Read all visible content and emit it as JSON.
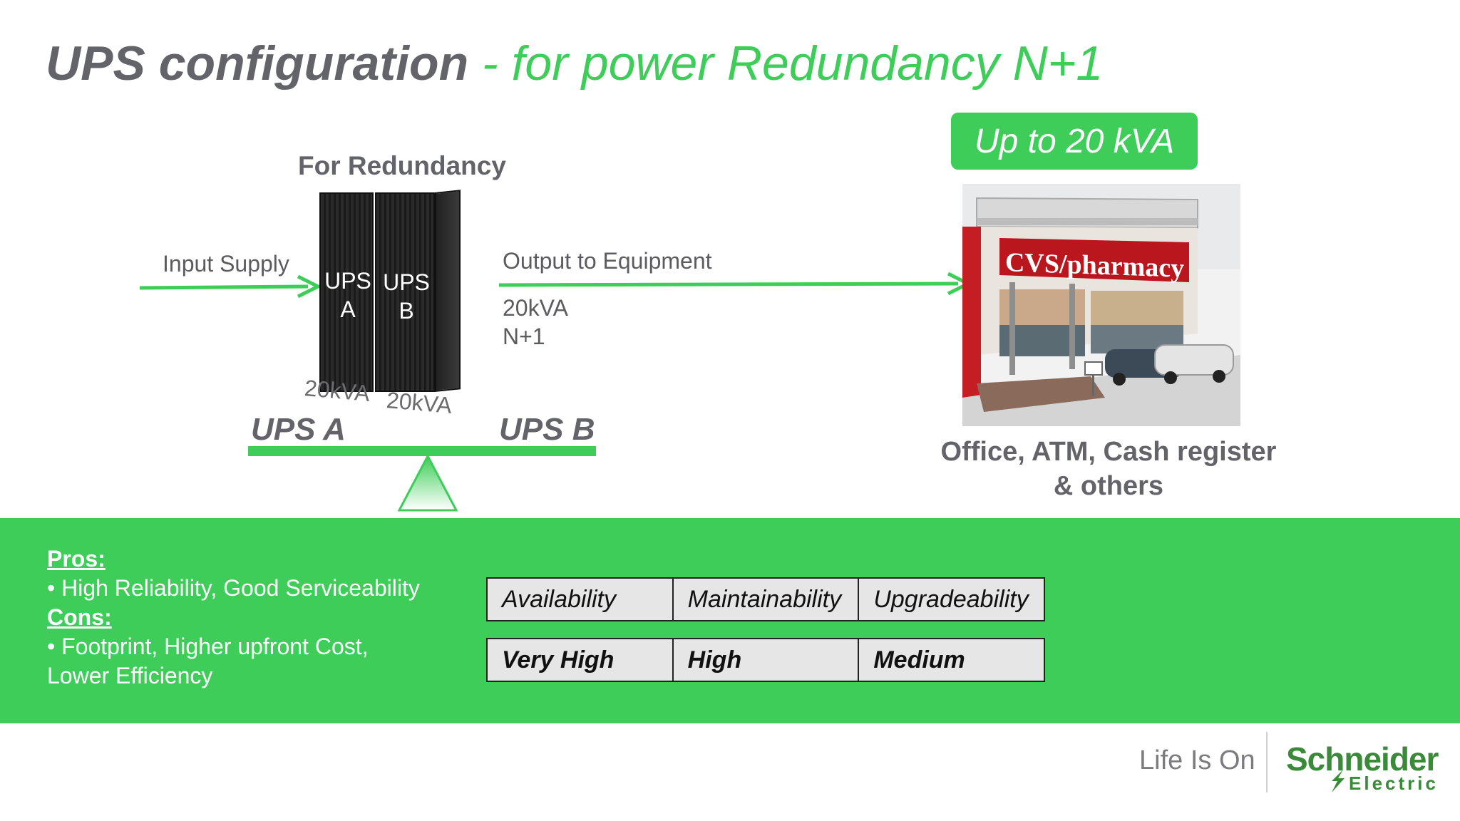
{
  "slide": {
    "title_main": "UPS configuration",
    "title_sub": " - for power Redundancy N+1",
    "redundancy_heading": "For Redundancy",
    "input_label": "Input Supply",
    "output_label": "Output to Equipment",
    "output_rating_line1": "20kVA",
    "output_rating_line2": "N+1",
    "ups_a": {
      "line1": "UPS",
      "line2": "A",
      "rating": "20kVA",
      "balance_label": "UPS A"
    },
    "ups_b": {
      "line1": "UPS",
      "line2": "B",
      "rating": "20kVA",
      "balance_label": "UPS B"
    },
    "capacity_badge": "Up to 20 kVA",
    "store_sign": "CVS/pharmacy",
    "caption_line1": "Office, ATM, Cash register",
    "caption_line2": "& others"
  },
  "pros_cons": {
    "pros_heading": "Pros:",
    "pros_item": "• High Reliability, Good Serviceability",
    "cons_heading": "Cons:",
    "cons_item_line1": "• Footprint, Higher upfront Cost,",
    "cons_item_line2": "Lower Efficiency"
  },
  "ratings_table": {
    "headers": [
      "Availability",
      "Maintainability",
      "Upgradeability"
    ],
    "values": [
      "Very High",
      "High",
      "Medium"
    ]
  },
  "footer": {
    "tagline": "Life Is On",
    "brand": "Schneider",
    "brand_sub": "Electric"
  },
  "colors": {
    "accent_green": "#3dcd58",
    "title_gray": "#626469",
    "brand_green": "#3a8a3a"
  }
}
